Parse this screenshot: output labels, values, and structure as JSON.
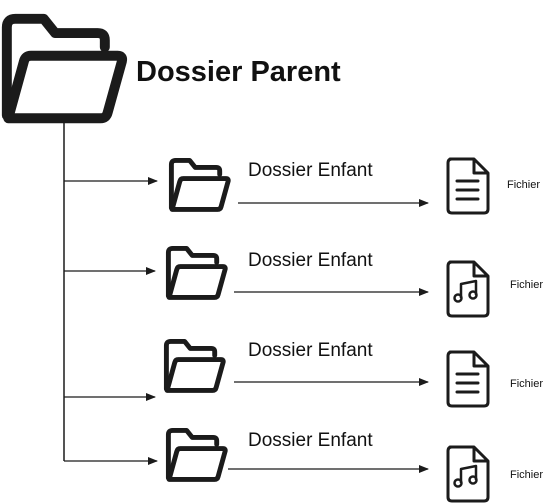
{
  "root": {
    "label": "Dossier Parent",
    "icon": "folder-open-icon"
  },
  "children": [
    {
      "label": "Dossier Enfant",
      "icon": "folder-open-icon",
      "file": {
        "label": "Fichier",
        "icon": "document-icon"
      }
    },
    {
      "label": "Dossier Enfant",
      "icon": "folder-open-icon",
      "file": {
        "label": "Fichier",
        "icon": "music-file-icon"
      }
    },
    {
      "label": "Dossier Enfant",
      "icon": "folder-open-icon",
      "file": {
        "label": "Fichier",
        "icon": "document-icon"
      }
    },
    {
      "label": "Dossier Enfant",
      "icon": "folder-open-icon",
      "file": {
        "label": "Fichier",
        "icon": "music-file-icon"
      }
    }
  ],
  "colors": {
    "stroke": "#1b1b1b",
    "text": "#111111",
    "background": "#ffffff"
  }
}
